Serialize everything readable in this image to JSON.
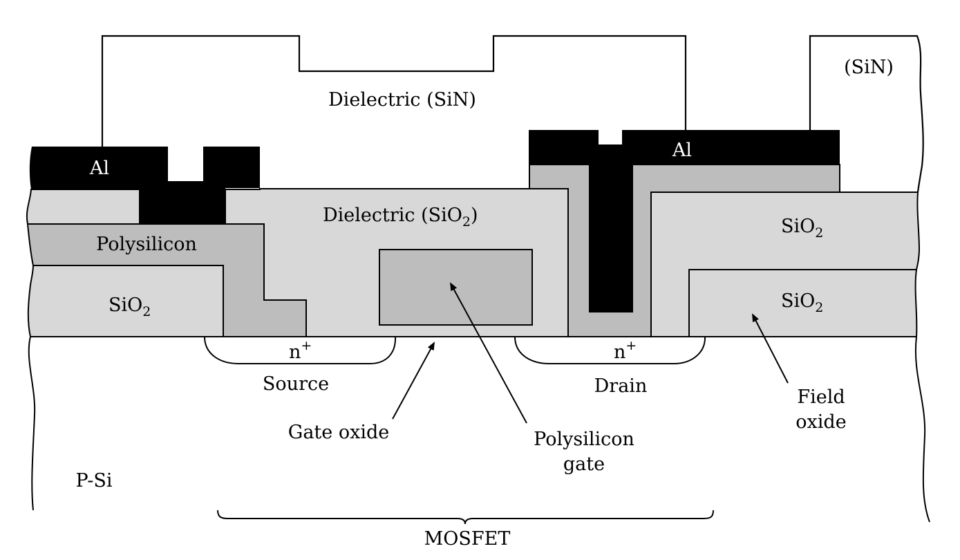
{
  "labels": {
    "dielectric_sin": "Dielectric (SiN)",
    "sin_right": "(SiN)",
    "al_left": "Al",
    "al_right": "Al",
    "dielectric_sio2": "Dielectric (SiO",
    "dielectric_sio2_sub": "2",
    "dielectric_sio2_close": ")",
    "polysilicon": "Polysilicon",
    "sio2_left": "SiO",
    "sio2_left_sub": "2",
    "sio2_right_upper": "SiO",
    "sio2_right_upper_sub": "2",
    "sio2_right_lower": "SiO",
    "sio2_right_lower_sub": "2",
    "n_plus_source": "n",
    "n_plus_source_sup": "+",
    "n_plus_drain": "n",
    "n_plus_drain_sup": "+",
    "source": "Source",
    "drain": "Drain",
    "gate_oxide": "Gate oxide",
    "polysilicon_gate_line1": "Polysilicon",
    "polysilicon_gate_line2": "gate",
    "field_oxide_line1": "Field",
    "field_oxide_line2": "oxide",
    "p_si": "P-Si",
    "mosfet": "MOSFET"
  },
  "colors": {
    "metal": "#000000",
    "light_oxide": "#d8d8d8",
    "polysilicon": "#bdbdbd",
    "outline": "#000000",
    "substrate": "#ffffff"
  }
}
